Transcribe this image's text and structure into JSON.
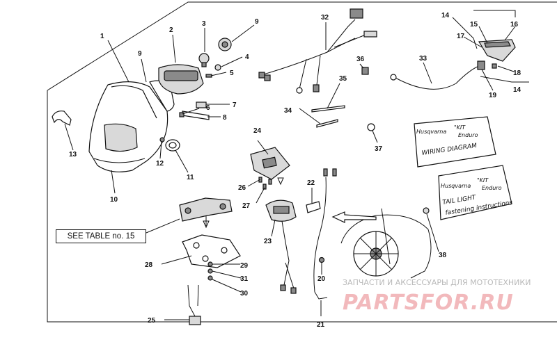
{
  "labels": {
    "l1": "1",
    "l2": "2",
    "l3": "3",
    "l4": "4",
    "l5": "5",
    "l6": "6",
    "l7": "7",
    "l8": "8",
    "l9a": "9",
    "l9b": "9",
    "l10": "10",
    "l11": "11",
    "l12": "12",
    "l13": "13",
    "l14a": "14",
    "l14b": "14",
    "l15": "15",
    "l16": "16",
    "l17": "17",
    "l18": "18",
    "l19": "19",
    "l20": "20",
    "l21": "21",
    "l22": "22",
    "l23": "23",
    "l24": "24",
    "l25": "25",
    "l26": "26",
    "l27": "27",
    "l28": "28",
    "l29": "29",
    "l30": "30",
    "l31": "31",
    "l32": "32",
    "l33": "33",
    "l34": "34",
    "l35": "35",
    "l36": "36",
    "l37": "37",
    "l38": "38"
  },
  "see_table": "SEE TABLE no. 15",
  "card_wiring": {
    "brand": "Husqvarna",
    "kit": "\"KIT",
    "enduro": "Enduro",
    "title": "WIRING DIAGRAM"
  },
  "card_tail": {
    "brand": "Husqvarna",
    "kit": "\"KIT",
    "enduro": "Enduro",
    "line1": "TAIL LIGHT",
    "line2": "fastening instructions"
  },
  "watermark": {
    "top": "ЗАПЧАСТИ И АКСЕССУАРЫ ДЛЯ МОТОТЕХНИКИ",
    "brand": "PARTSFOR.RU"
  },
  "colors": {
    "line": "#111111",
    "watermark": "#f2b9bc"
  }
}
